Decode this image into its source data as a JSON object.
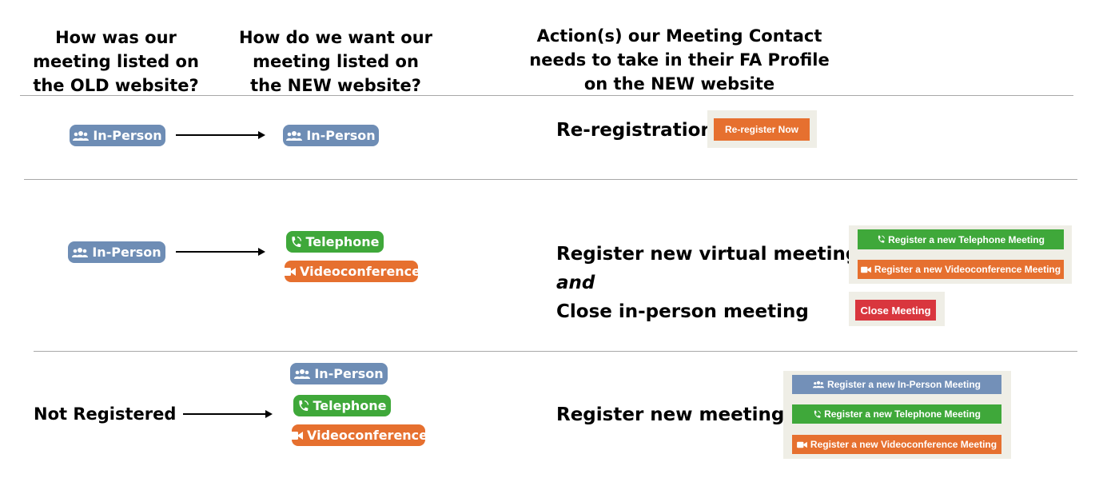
{
  "headers": {
    "old": "How was our\nmeeting listed on\nthe OLD website?",
    "new": "How do we want our\nmeeting listed on\nthe NEW website?",
    "action": "Action(s) our Meeting Contact\nneeds to take in their FA Profile\non the NEW website"
  },
  "badges": {
    "in_person": "In-Person",
    "telephone": "Telephone",
    "videoconference": "Videoconference"
  },
  "rows": [
    {
      "action_text": "Re-registration",
      "buttons": {
        "reregister": "Re-register Now"
      }
    },
    {
      "action_line1": "Register new virtual meeting",
      "action_line2": "and",
      "action_line3": "Close in-person meeting",
      "buttons": {
        "telephone": "Register a new Telephone Meeting",
        "video": "Register a new Videoconference Meeting",
        "close": "Close Meeting"
      }
    },
    {
      "old_label": "Not Registered",
      "action_text": "Register new meeting",
      "buttons": {
        "in_person": "Register a new In-Person Meeting",
        "telephone": "Register a new Telephone Meeting",
        "video": "Register a new Videoconference Meeting"
      }
    }
  ],
  "colors": {
    "blue": "#6e8db5",
    "green": "#3fa83a",
    "orange": "#e6702f",
    "red": "#d9363e",
    "panel": "#efeee6"
  }
}
